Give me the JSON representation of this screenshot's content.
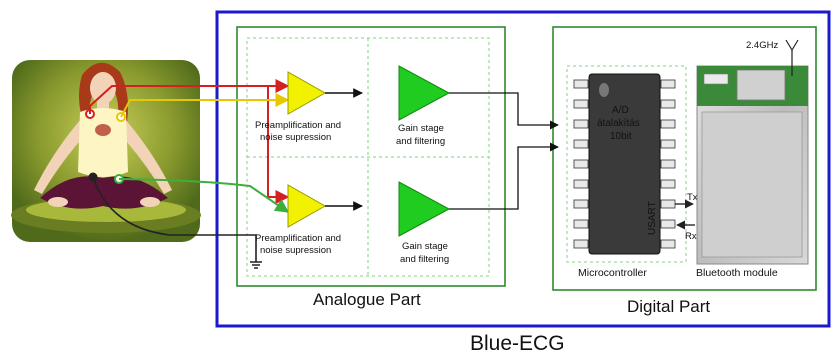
{
  "title": "Blue-ECG",
  "analogue": {
    "section_label": "Analogue Part",
    "preamp_label_line1": "Preamplification and",
    "preamp_label_line2": "noise supression",
    "gain_label_line1": "Gain stage",
    "gain_label_line2": "and filtering"
  },
  "digital": {
    "section_label": "Digital Part",
    "mcu_text_line1": "A/D",
    "mcu_text_line2": "átalakítás",
    "mcu_text_line3": "10bit",
    "usart": "USART",
    "tx": "Tx",
    "rx": "Rx",
    "microcontroller_label": "Microcontroller",
    "bluetooth_label": "Bluetooth module",
    "bt_freq": "2.4GHz"
  },
  "colors": {
    "outer_border": "#1a1acc",
    "section_border": "#2e8b2e",
    "preamp_fill": "#f2f200",
    "gain_fill": "#1fcc1f",
    "wire_red": "#d42020",
    "wire_yellow": "#e6c800",
    "wire_green": "#3ab03a",
    "wire_black": "#222222"
  }
}
